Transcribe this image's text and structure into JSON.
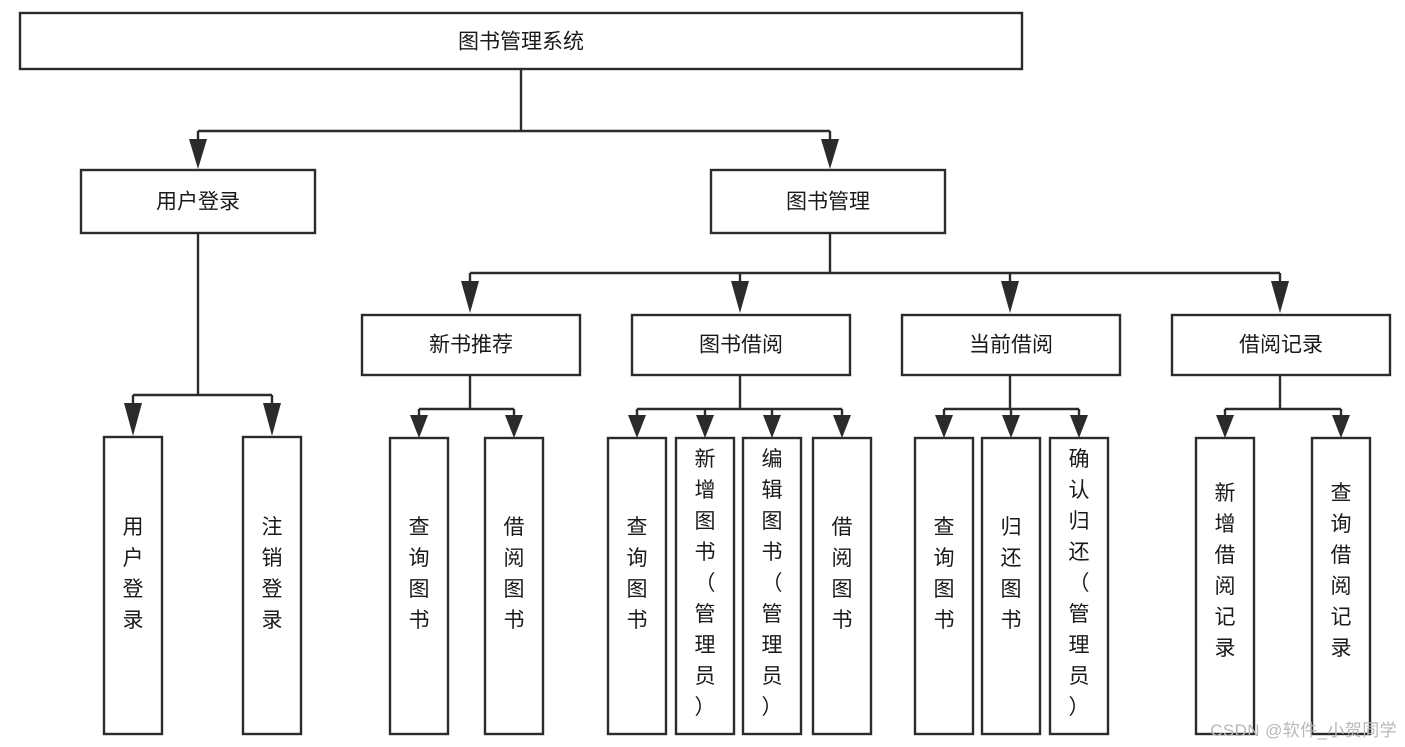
{
  "diagram": {
    "title": "图书管理系统",
    "type": "tree-hierarchy-diagram",
    "colors": {
      "stroke": "#2b2b2b",
      "box_fill": "#ffffff",
      "text": "#1a1a1a",
      "background": "#ffffff",
      "watermark": "#b8b8b8"
    },
    "root": {
      "label": "图书管理系统"
    },
    "level2": [
      {
        "label": "用户登录"
      },
      {
        "label": "图书管理"
      }
    ],
    "level3": [
      {
        "label": "新书推荐"
      },
      {
        "label": "图书借阅"
      },
      {
        "label": "当前借阅"
      },
      {
        "label": "借阅记录"
      }
    ],
    "leaves_user_login": [
      {
        "label": "用户登录"
      },
      {
        "label": "注销登录"
      }
    ],
    "leaves_new_book": [
      {
        "label": "查询图书"
      },
      {
        "label": "借阅图书"
      }
    ],
    "leaves_borrow": [
      {
        "label": "查询图书"
      },
      {
        "label": "新增图书（管理员）"
      },
      {
        "label": "编辑图书（管理员）"
      },
      {
        "label": "借阅图书"
      }
    ],
    "leaves_current": [
      {
        "label": "查询图书"
      },
      {
        "label": "归还图书"
      },
      {
        "label": "确认归还（管理员）"
      }
    ],
    "leaves_records": [
      {
        "label": "新增借阅记录"
      },
      {
        "label": "查询借阅记录"
      }
    ]
  },
  "watermark": {
    "text": "CSDN @软件_小贺同学"
  }
}
